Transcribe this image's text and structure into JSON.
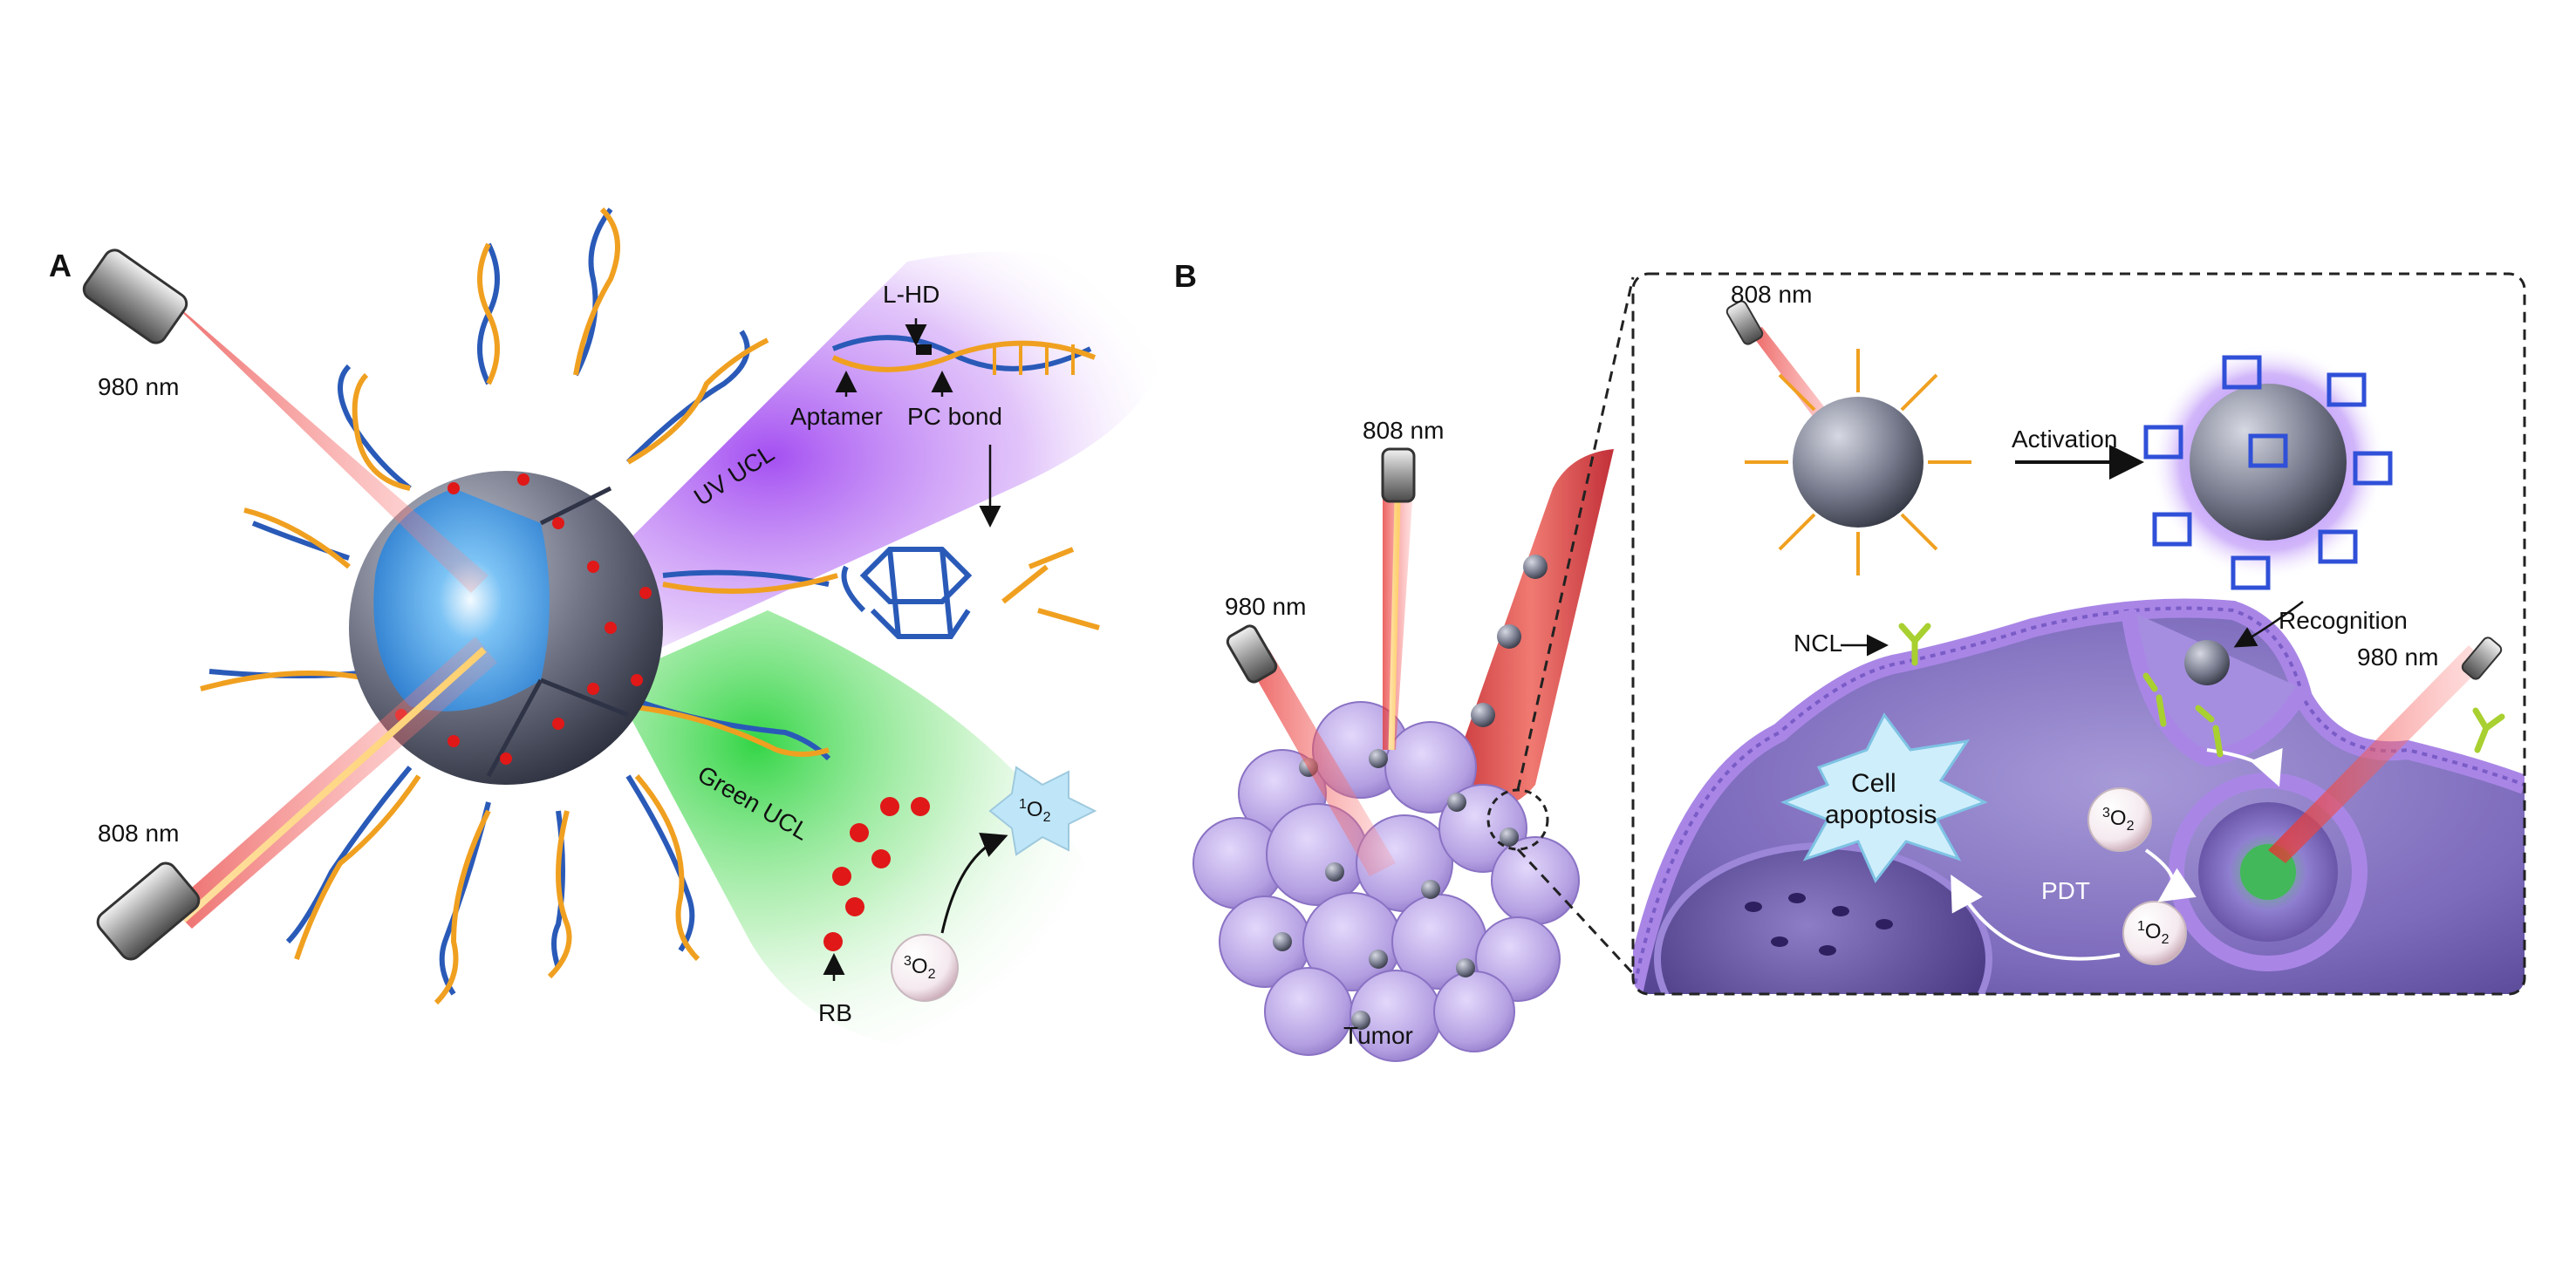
{
  "panel_a": {
    "letter": "A",
    "labels": {
      "laser_980": "980 nm",
      "laser_808": "808 nm",
      "l_hd": "L-HD",
      "aptamer": "Aptamer",
      "pc_bond": "PC bond",
      "uv_ucl": "UV UCL",
      "green_ucl": "Green UCL",
      "rb": "RB",
      "o2_ground_sup": "3",
      "o2_singlet_sup": "1",
      "o2_main": "O",
      "o2_sub": "2"
    }
  },
  "panel_b": {
    "letter": "B",
    "labels": {
      "laser_808_tumor": "808 nm",
      "laser_980_tumor": "980 nm",
      "tumor": "Tumor",
      "laser_808_inset": "808 nm",
      "activation": "Activation",
      "recognition": "Recognition",
      "ncl": "NCL",
      "laser_980_inset": "980 nm",
      "cell_apoptosis_1": "Cell",
      "cell_apoptosis_2": "apoptosis",
      "pdt": "PDT",
      "o2_ground_sup": "3",
      "o2_singlet_sup": "1",
      "o2_main": "O",
      "o2_sub": "2"
    }
  },
  "colors": {
    "laser_red": "#e5322f",
    "uv_purple": "#a24cf0",
    "green_ucl": "#37d24a",
    "core_blue": "#4fa6e6",
    "shell_gray": "#6f7384",
    "dna_blue": "#2a5ab8",
    "dna_orange": "#f0a020",
    "tumor_lilac": "#b8a6e4",
    "cell_purple": "#6a56a8",
    "membrane_violet": "#a986e6",
    "ncl_yellowgreen": "#a8d030",
    "rb_red": "#e01818"
  }
}
